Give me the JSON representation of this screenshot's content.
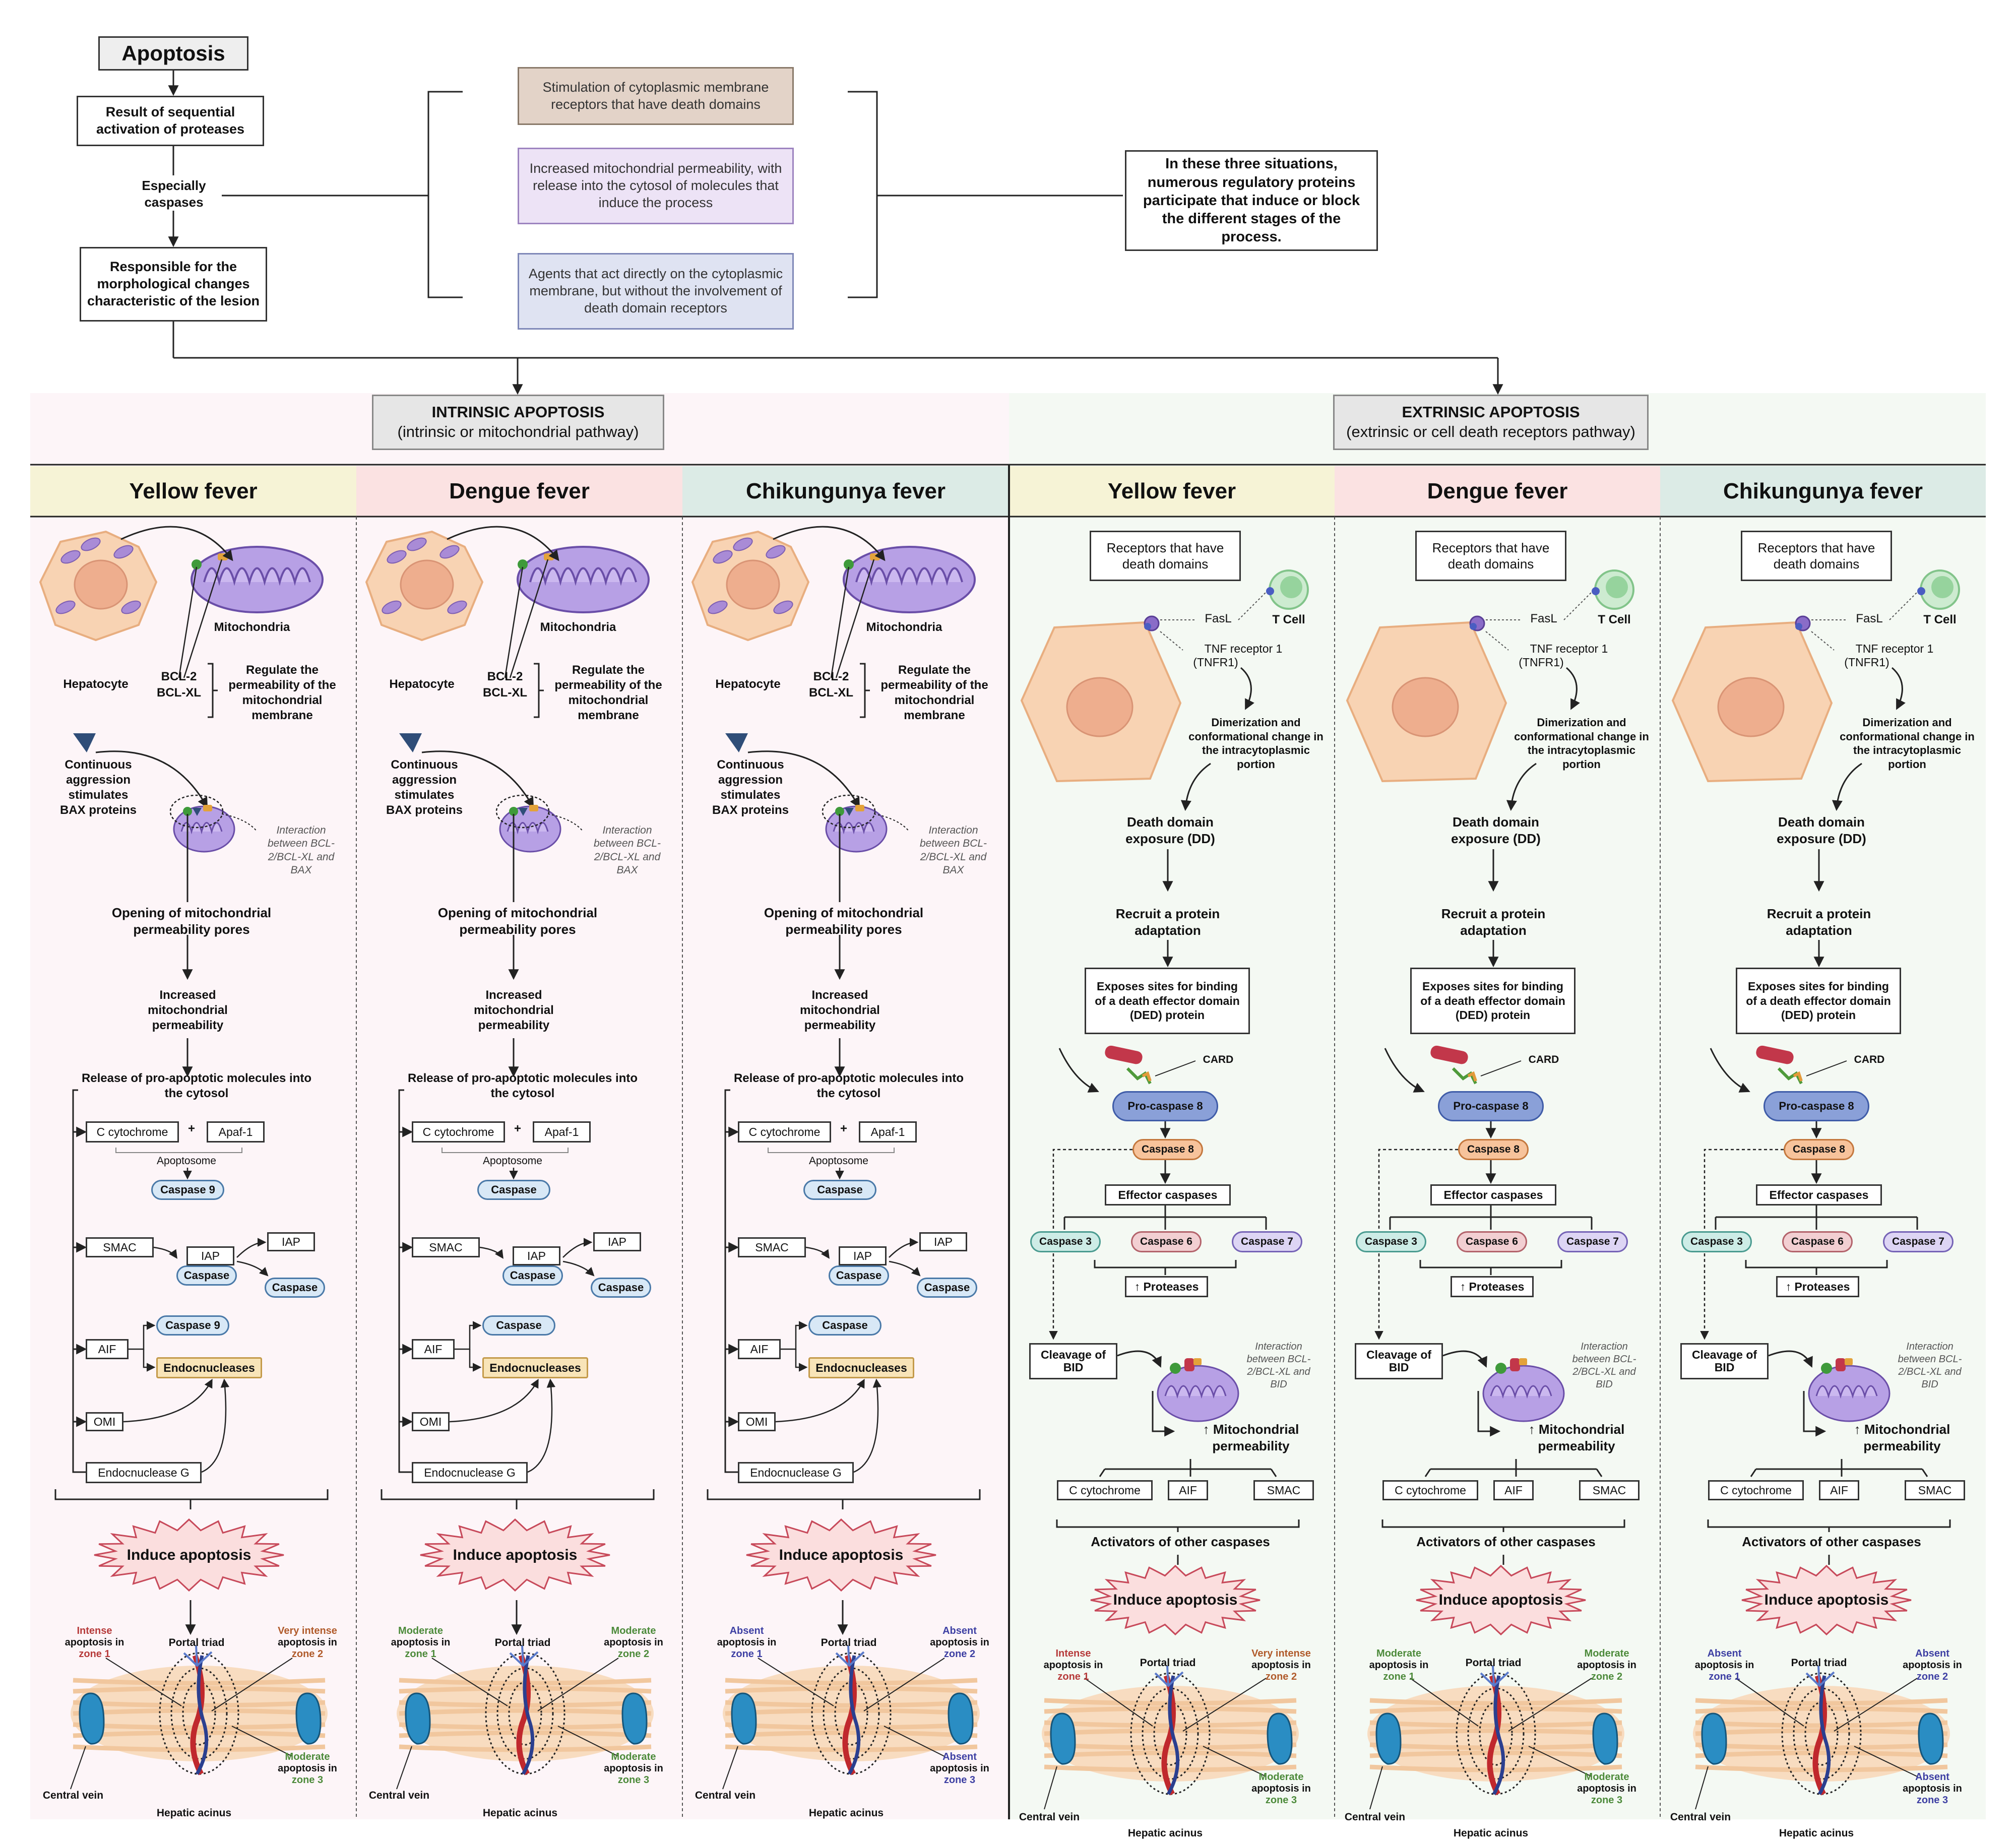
{
  "colors": {
    "intrinsic_bg": "#fdf5f8",
    "extrinsic_bg": "#f4f9f3",
    "yellow_head": "#f6f3d6",
    "dengue_head": "#fbe2e2",
    "chik_head": "#dcebe6",
    "accent_red": "#b63a3a",
    "accent_green": "#4c8a3a",
    "accent_blue": "#3d3fa3"
  },
  "top": {
    "title": "Apoptosis",
    "seq": "Result of sequential activation of proteases",
    "especially": "Especially caspases",
    "morph": "Responsible for the morphological changes characteristic of the lesion",
    "sit1": "Stimulation of cytoplasmic membrane receptors that have death domains",
    "sit2": "Increased mitochondrial permeability, with release into the cytosol of molecules that induce the process",
    "sit3": "Agents that act directly on the cytoplasmic membrane, but without the involvement of death domain receptors",
    "regulatory": "In these three situations, numerous regulatory proteins participate that induce or block the different stages of the process."
  },
  "pathways": {
    "intrinsic_title": "INTRINSIC APOPTOSIS",
    "intrinsic_sub": "(intrinsic or mitochondrial pathway)",
    "extrinsic_title": "EXTRINSIC APOPTOSIS",
    "extrinsic_sub": "(extrinsic or cell death receptors pathway)"
  },
  "diseases": [
    "Yellow fever",
    "Dengue fever",
    "Chikungunya fever",
    "Yellow fever",
    "Dengue fever",
    "Chikungunya fever"
  ],
  "intrinsic": {
    "mito": "Mitochondria",
    "hepatocyte": "Hepatocyte",
    "bcl2": "BCL-2",
    "bclxl": "BCL-XL",
    "regulate": "Regulate the permeability of the mitochondrial membrane",
    "aggression": "Continuous aggression stimulates BAX proteins",
    "interaction": "Interaction between BCL-2/BCL-XL and BAX",
    "opening": "Opening of mitochondrial permeability pores",
    "increased": "Increased mitochondrial permeability",
    "release": "Release of pro-apoptotic molecules into the cytosol",
    "ccyt": "C cytochrome",
    "plus": "+",
    "apaf": "Apaf-1",
    "apoptosome": "Apoptosome",
    "smac": "SMAC",
    "iap": "IAP",
    "caspase": "Caspase",
    "aif": "AIF",
    "endonucleases": "Endocnucleases",
    "omi": "OMI",
    "endog": "Endocnuclease G",
    "induce": "Induce apoptosis",
    "portal": "Portal triad",
    "central": "Central vein",
    "acinus": "Hepatic acinus"
  },
  "caspase_labels": [
    "Caspase 9",
    "Caspase",
    "Caspase"
  ],
  "extrinsic": {
    "receptors": "Receptors that have death domains",
    "tcell": "T Cell",
    "fasl": "FasL",
    "tnf": "TNF receptor 1",
    "tnf2": "(TNFR1)",
    "dimer": "Dimerization and conformational change in the intracytoplasmic portion",
    "dd": "Death domain exposure (DD)",
    "recruit": "Recruit a protein adaptation",
    "exposes": "Exposes sites for binding of a death effector domain (DED) protein",
    "card": "CARD",
    "procasp8": "Pro-caspase 8",
    "casp8": "Caspase 8",
    "effector": "Effector caspases",
    "c3": "Caspase 3",
    "c6": "Caspase 6",
    "c7": "Caspase 7",
    "proteases": "↑ Proteases",
    "bid": "Cleavage of BID",
    "interaction": "Interaction between BCL-2/BCL-XL and BID",
    "mitoperm": "↑ Mitochondrial permeability",
    "ccyt": "C cytochrome",
    "aif": "AIF",
    "smac": "SMAC",
    "activators": "Activators of other caspases",
    "induce": "Induce apoptosis"
  },
  "zones": [
    {
      "z1": [
        "Intense",
        "apoptosis in",
        "zone 1"
      ],
      "z2": [
        "Very intense",
        "apoptosis in",
        "zone 2"
      ],
      "z3": [
        "Moderate",
        "apoptosis in",
        "zone 3"
      ],
      "c1": "#b63a3a",
      "c2": "#b05a2a",
      "c3": "#4c8a3a"
    },
    {
      "z1": [
        "Moderate",
        "apoptosis in",
        "zone 1"
      ],
      "z2": [
        "Moderate",
        "apoptosis in",
        "zone 2"
      ],
      "z3": [
        "Moderate",
        "apoptosis in",
        "zone 3"
      ],
      "c1": "#4c8a3a",
      "c2": "#4c8a3a",
      "c3": "#4c8a3a"
    },
    {
      "z1": [
        "Absent",
        "apoptosis in",
        "zone 1"
      ],
      "z2": [
        "Absent",
        "apoptosis in",
        "zone 2"
      ],
      "z3": [
        "Absent",
        "apoptosis in",
        "zone 3"
      ],
      "c1": "#3d3fa3",
      "c2": "#3d3fa3",
      "c3": "#3d3fa3"
    }
  ]
}
